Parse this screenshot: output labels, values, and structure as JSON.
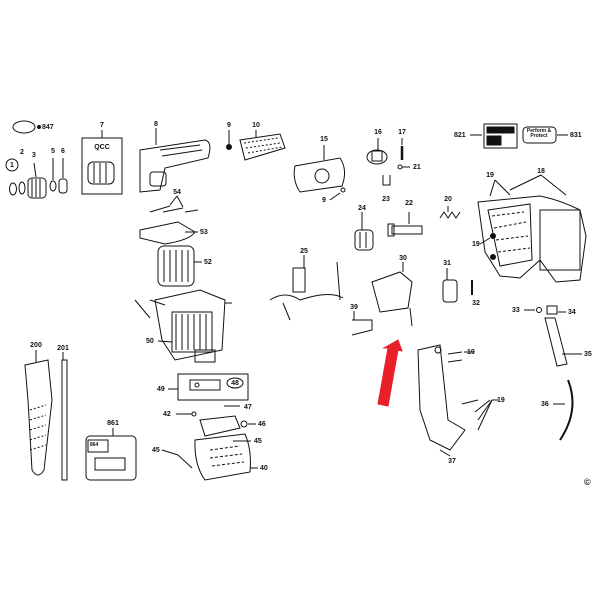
{
  "diagram": {
    "callouts": {
      "p847": "847",
      "p1": "1",
      "p2": "2",
      "p3": "3",
      "p5": "5",
      "p6": "6",
      "p7": "7",
      "qcc": "QCC",
      "p8": "8",
      "p9a": "9",
      "p10": "10",
      "p15": "15",
      "p9b": "9",
      "p16": "16",
      "p17": "17",
      "p21": "21",
      "p23": "23",
      "p821": "821",
      "p831": "831",
      "perform": "Perform & Protect",
      "p54": "54",
      "p53": "53",
      "p52": "52",
      "p50": "50",
      "p49": "49",
      "p48": "48",
      "p47": "47",
      "p42": "42",
      "p46": "46",
      "p45a": "45",
      "p45b": "45",
      "p40": "40",
      "p25": "25",
      "p24": "24",
      "p22": "22",
      "p20": "20",
      "p19a": "19",
      "p19b": "19",
      "p18": "18",
      "p30": "30",
      "p31": "31",
      "p32": "32",
      "p39": "39",
      "p33": "33",
      "p34": "34",
      "p35": "35",
      "p36": "36",
      "p19c": "19",
      "p19d": "19",
      "p37": "37",
      "p200": "200",
      "p201": "201",
      "p861": "861",
      "p864": "864",
      "copyright": "©"
    },
    "highlight_arrow_color": "#e8202a",
    "line_color": "#111111"
  }
}
